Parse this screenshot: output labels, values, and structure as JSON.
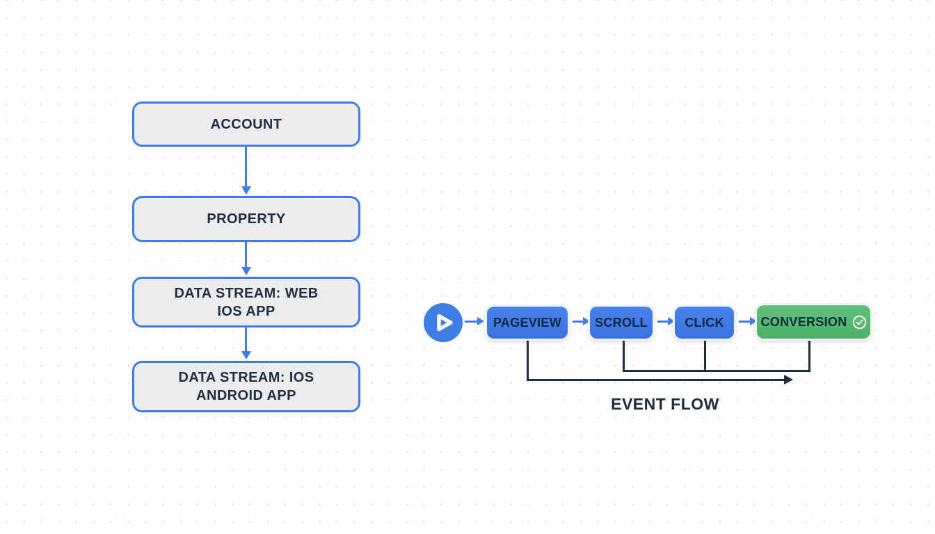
{
  "colors": {
    "blue": "#3e7ce6",
    "blue-border": "#3f7de6",
    "dark": "#202c3a",
    "green": "#55b96e",
    "node-fill": "#ebecee",
    "ring": "#f2f3f5"
  },
  "hierarchy": {
    "nodes": [
      {
        "label": "ACCOUNT"
      },
      {
        "label": "PROPERTY"
      },
      {
        "label": "DATA STREAM: WEB\nIOS APP"
      },
      {
        "label": "DATA STREAM: IOS\nANDROID APP"
      }
    ]
  },
  "event_flow": {
    "start_icon": "play-icon",
    "steps": [
      {
        "label": "PAGEVIEW",
        "color": "blue"
      },
      {
        "label": "SCROLL",
        "color": "blue"
      },
      {
        "label": "CLICK",
        "color": "blue"
      },
      {
        "label": "CONVERSION",
        "color": "green",
        "icon": "check-circle-icon"
      }
    ],
    "caption": "EVENT FLOW"
  }
}
